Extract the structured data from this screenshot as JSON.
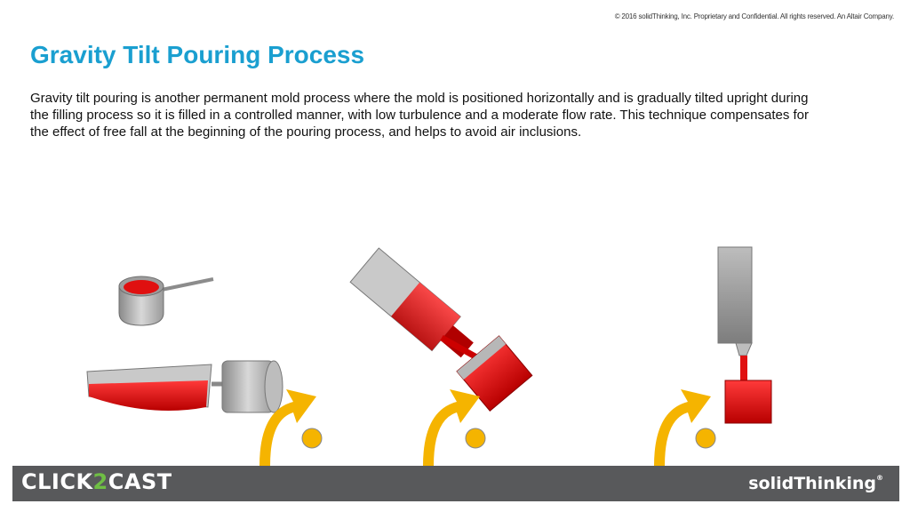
{
  "copyright": "© 2016 solidThinking, Inc. Proprietary and Confidential. All rights reserved. An Altair Company.",
  "title": "Gravity Tilt Pouring Process",
  "description": "Gravity tilt pouring is another permanent mold process where the mold is positioned horizontally and is gradually tilted upright during the filling process so it is filled in a controlled manner, with low turbulence and a moderate flow rate. This technique compensates for the effect of free fall at the beginning of the pouring process, and helps to avoid air inclusions.",
  "footer": {
    "logo_left": [
      "CLICK",
      "2",
      "CAST"
    ],
    "logo_right": "solidThinking",
    "logo_right_mark": "®"
  },
  "colors": {
    "title": "#1a9fd0",
    "molten_metal": "#e01010",
    "arrow": "#f5b400",
    "footer_bg": "#58595b",
    "logo_accent": "#6fbe44"
  },
  "illustrations": [
    {
      "name": "ladle-and-horizontal-mold",
      "stage": 1
    },
    {
      "name": "tilted-mold-pouring",
      "stage": 2
    },
    {
      "name": "upright-mold-filled",
      "stage": 3
    }
  ]
}
